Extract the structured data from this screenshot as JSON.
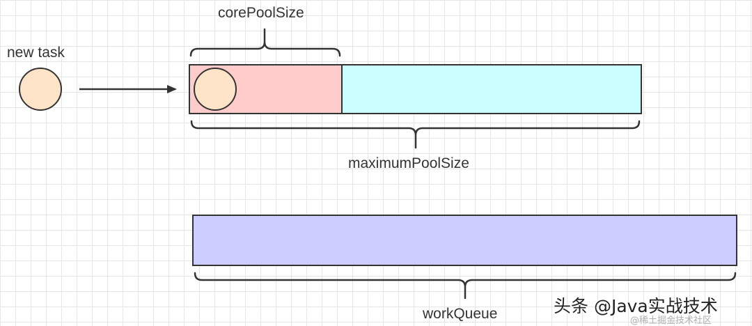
{
  "labels": {
    "new_task": "new task",
    "core_pool_size": "corePoolSize",
    "maximum_pool_size": "maximumPoolSize",
    "work_queue": "workQueue"
  },
  "watermark": {
    "main": "头条 @Java实战技术",
    "sub": "@稀土掘金技术社区"
  },
  "colors": {
    "task_circle": "#fde3c8",
    "core_pool": "#ffcccc",
    "extra_pool": "#ccffff",
    "work_queue": "#ccccff",
    "stroke": "#333333",
    "grid": "#e6e6e6"
  }
}
